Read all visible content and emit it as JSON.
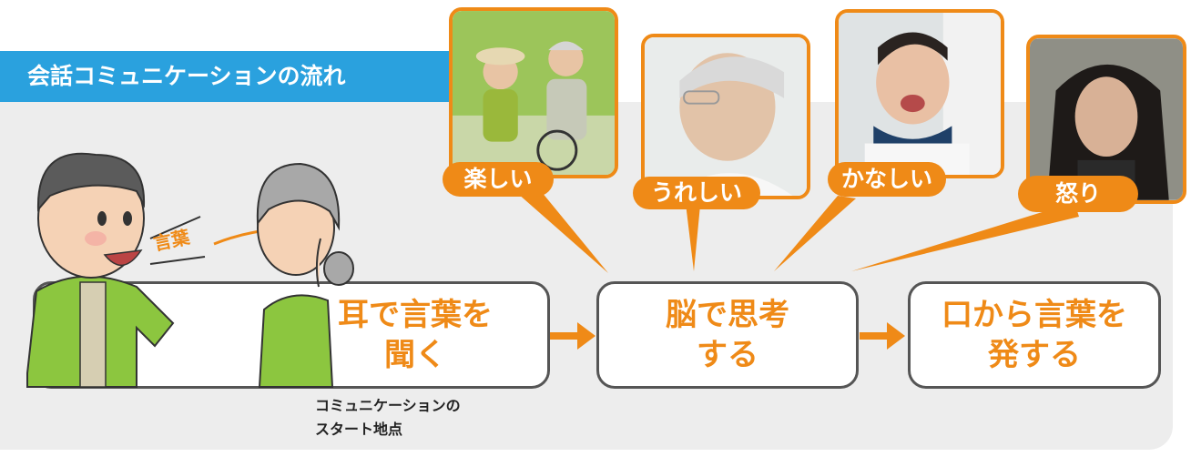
{
  "section_title": "会話コミュニケーションの流れ",
  "speech_word": "言葉",
  "emotions": [
    {
      "label": "楽しい",
      "image": "photo-happy-couple-cycling"
    },
    {
      "label": "うれしい",
      "image": "photo-smiling-elderly-man"
    },
    {
      "label": "かなしい",
      "image": "photo-crying-child"
    },
    {
      "label": "怒り",
      "image": "photo-angry-woman"
    }
  ],
  "steps": [
    {
      "label": "耳で言葉を\n聞く"
    },
    {
      "label": "脳で思考\nする"
    },
    {
      "label": "口から言葉を\n発する"
    }
  ],
  "caption": "コミュニケーションの\nスタート地点",
  "colors": {
    "accent": "#ef8a17",
    "tab": "#2aa1de",
    "panel": "#ededed",
    "box_border": "#555555"
  }
}
